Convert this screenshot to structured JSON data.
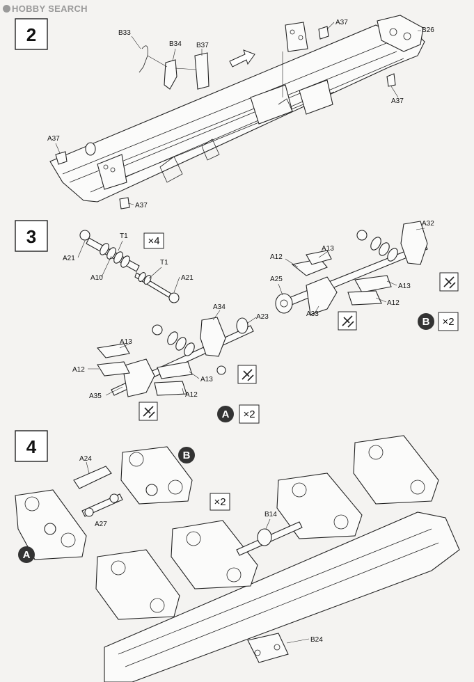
{
  "watermark": "HOBBY SEARCH",
  "steps": [
    {
      "number": "2",
      "labels": [
        "B33",
        "B34",
        "B37",
        "A37",
        "B26",
        "A37",
        "A37",
        "A37"
      ]
    },
    {
      "number": "3",
      "labels": [
        "T1",
        "A21",
        "A10",
        "T1",
        "A21",
        "A12",
        "A13",
        "A32",
        "A25",
        "A33",
        "A13",
        "A12",
        "A34",
        "A23",
        "A13",
        "A12",
        "A35",
        "A13",
        "A12"
      ],
      "multipliers": [
        "×4",
        "×2",
        "×2"
      ],
      "callouts": [
        "B",
        "A"
      ]
    },
    {
      "number": "4",
      "labels": [
        "A24",
        "A27",
        "B14",
        "B24"
      ],
      "multipliers": [
        "×2"
      ],
      "callouts": [
        "B",
        "A"
      ]
    }
  ],
  "icons": [
    "glue-icon",
    "glue-icon",
    "glue-icon",
    "glue-icon"
  ],
  "colors": {
    "paper": "#f4f3f1",
    "ink": "#222222",
    "callout": "#333333",
    "watermark": "#9a9a9a"
  }
}
